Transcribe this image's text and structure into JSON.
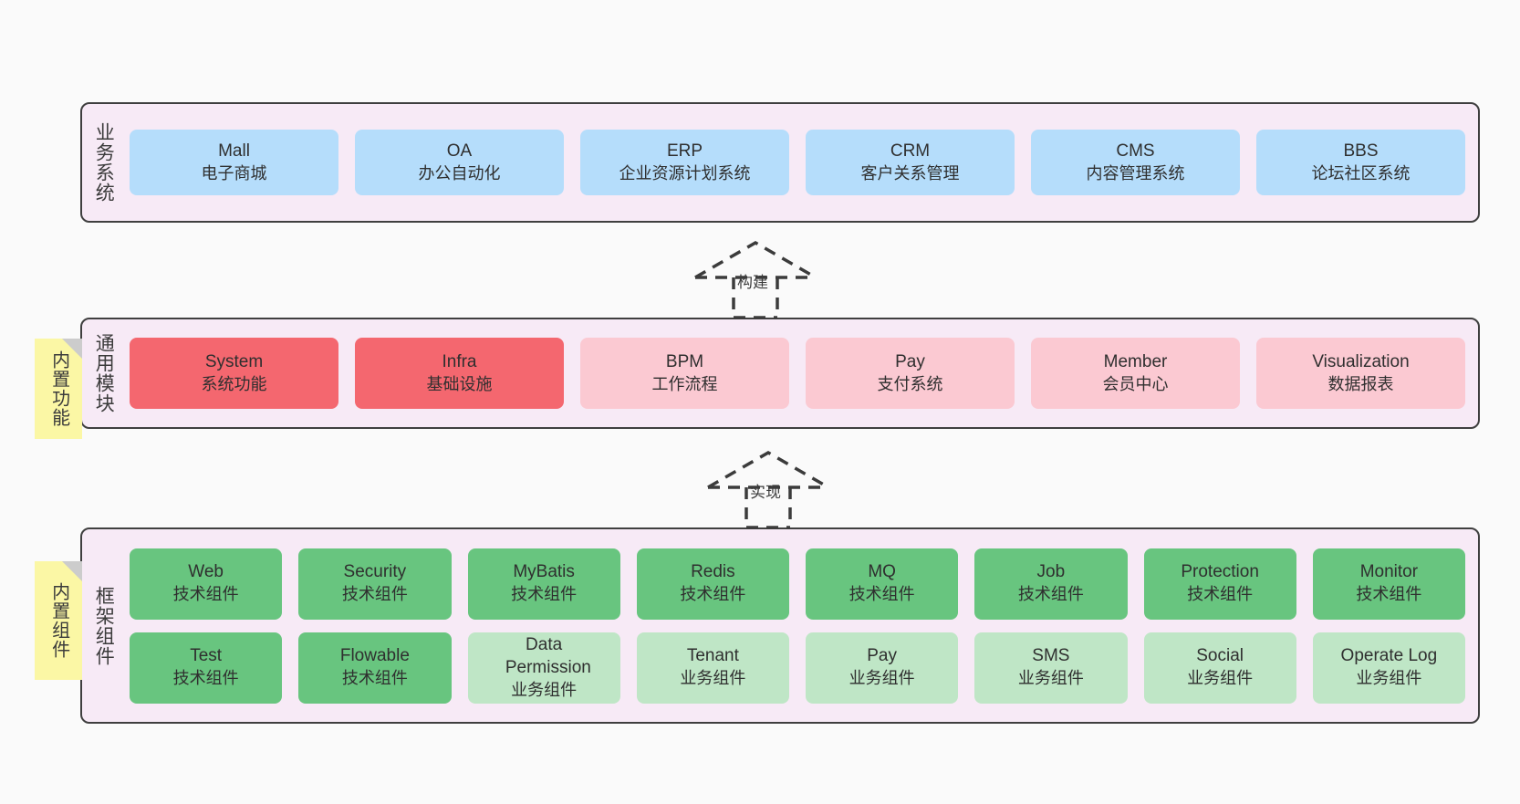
{
  "diagram": {
    "title": "架构图",
    "colors": {
      "background": "#fafafa",
      "layer_bg": "#f7eaf6",
      "layer_border": "#3f3f3f",
      "blue": "#b5ddfb",
      "red": "#f4676f",
      "pink": "#fbc9d2",
      "green": "#68c57f",
      "light_green": "#bfe6c6",
      "note_yellow": "#fbf7a5",
      "note_fold": "#cccccc"
    }
  },
  "layers": [
    {
      "id": "business-systems",
      "label": "业务系统",
      "note": null,
      "rows": [
        {
          "items": [
            {
              "en": "Mall",
              "cn": "电子商城",
              "color": "blue"
            },
            {
              "en": "OA",
              "cn": "办公自动化",
              "color": "blue"
            },
            {
              "en": "ERP",
              "cn": "企业资源计划系统",
              "color": "blue"
            },
            {
              "en": "CRM",
              "cn": "客户关系管理",
              "color": "blue"
            },
            {
              "en": "CMS",
              "cn": "内容管理系统",
              "color": "blue"
            },
            {
              "en": "BBS",
              "cn": "论坛社区系统",
              "color": "blue"
            }
          ]
        }
      ]
    },
    {
      "id": "common-modules",
      "label": "通用模块",
      "note": "内置功能",
      "rows": [
        {
          "items": [
            {
              "en": "System",
              "cn": "系统功能",
              "color": "red"
            },
            {
              "en": "Infra",
              "cn": "基础设施",
              "color": "red"
            },
            {
              "en": "BPM",
              "cn": "工作流程",
              "color": "pink"
            },
            {
              "en": "Pay",
              "cn": "支付系统",
              "color": "pink"
            },
            {
              "en": "Member",
              "cn": "会员中心",
              "color": "pink"
            },
            {
              "en": "Visualization",
              "cn": "数据报表",
              "color": "pink"
            }
          ]
        }
      ]
    },
    {
      "id": "framework-components",
      "label": "框架组件",
      "note": "内置组件",
      "rows": [
        {
          "items": [
            {
              "en": "Web",
              "cn": "技术组件",
              "color": "green"
            },
            {
              "en": "Security",
              "cn": "技术组件",
              "color": "green"
            },
            {
              "en": "MyBatis",
              "cn": "技术组件",
              "color": "green"
            },
            {
              "en": "Redis",
              "cn": "技术组件",
              "color": "green"
            },
            {
              "en": "MQ",
              "cn": "技术组件",
              "color": "green"
            },
            {
              "en": "Job",
              "cn": "技术组件",
              "color": "green"
            },
            {
              "en": "Protection",
              "cn": "技术组件",
              "color": "green"
            },
            {
              "en": "Monitor",
              "cn": "技术组件",
              "color": "green"
            }
          ]
        },
        {
          "items": [
            {
              "en": "Test",
              "cn": "技术组件",
              "color": "green"
            },
            {
              "en": "Flowable",
              "cn": "技术组件",
              "color": "green"
            },
            {
              "en": "Data Permission",
              "cn": "业务组件",
              "color": "light_green"
            },
            {
              "en": "Tenant",
              "cn": "业务组件",
              "color": "light_green"
            },
            {
              "en": "Pay",
              "cn": "业务组件",
              "color": "light_green"
            },
            {
              "en": "SMS",
              "cn": "业务组件",
              "color": "light_green"
            },
            {
              "en": "Social",
              "cn": "业务组件",
              "color": "light_green"
            },
            {
              "en": "Operate Log",
              "cn": "业务组件",
              "color": "light_green"
            }
          ]
        }
      ]
    }
  ],
  "connectors": [
    {
      "id": "build",
      "label": "构建",
      "style": "dashed-hollow-triangle",
      "direction": "up"
    },
    {
      "id": "implement",
      "label": "实现",
      "style": "dashed-hollow-triangle",
      "direction": "up"
    }
  ]
}
